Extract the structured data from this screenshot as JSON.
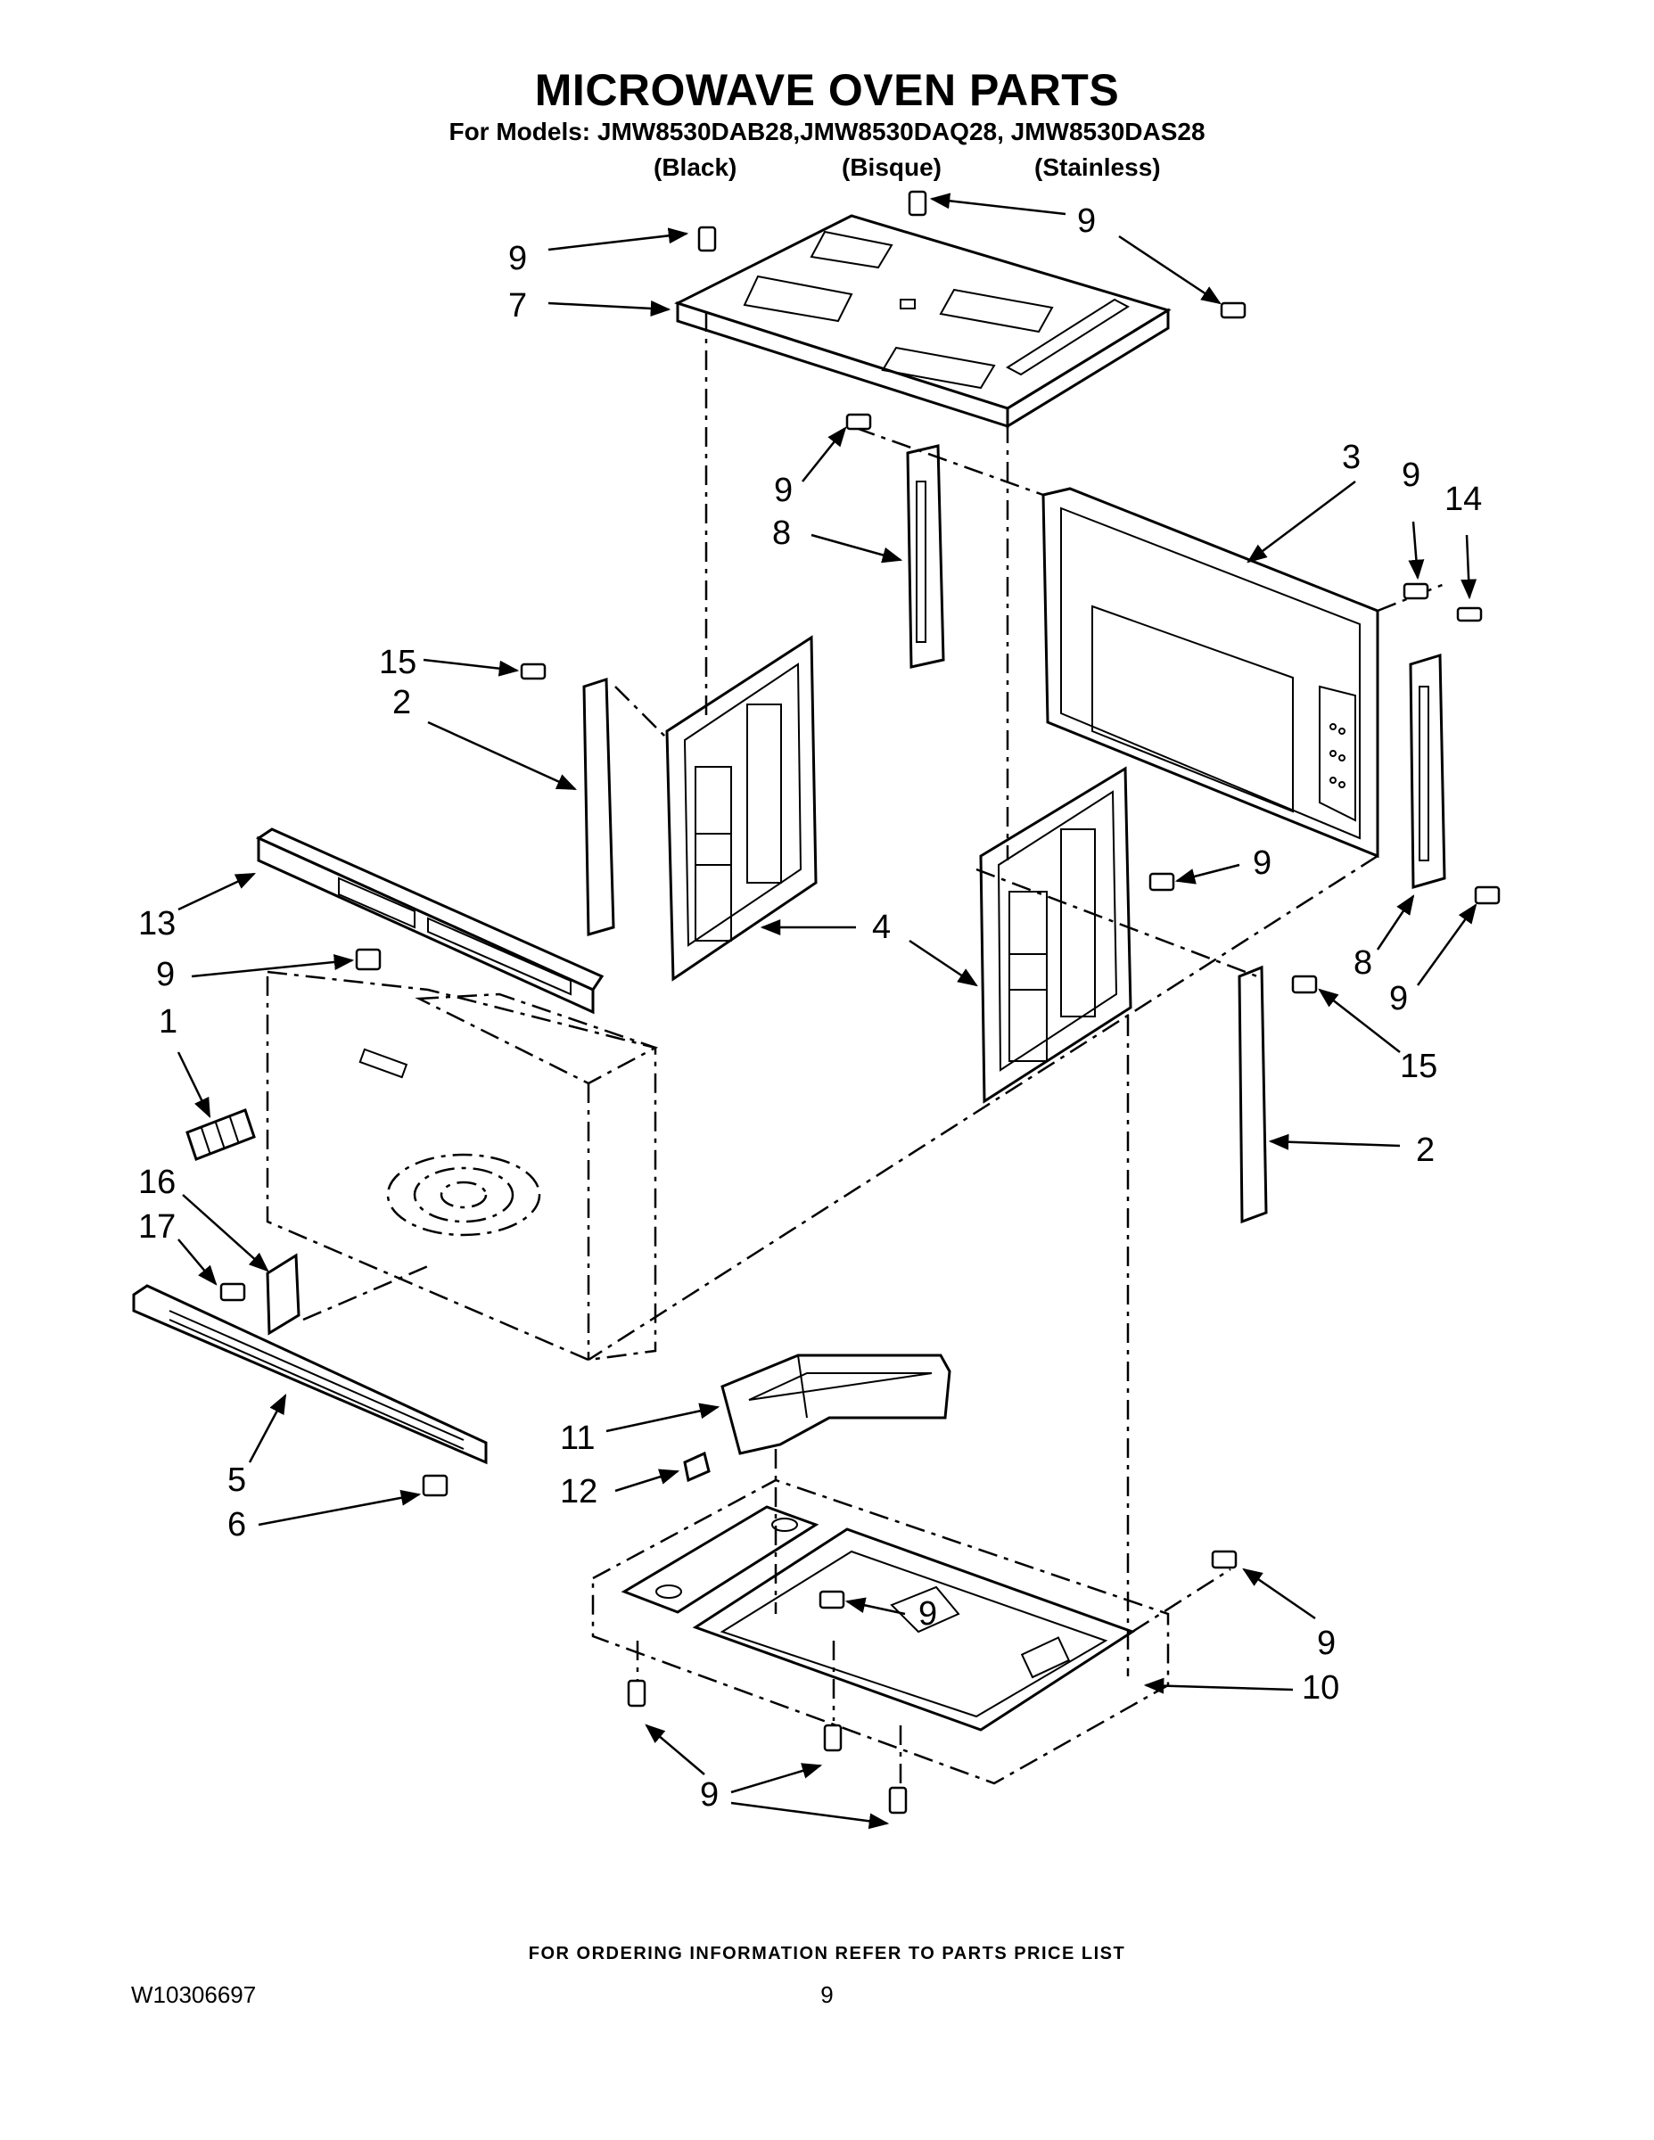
{
  "header": {
    "title": "MICROWAVE OVEN PARTS",
    "models_line": "For Models: JMW8530DAB28,JMW8530DAQ28, JMW8530DAS28",
    "color_variants": [
      "(Black)",
      "(Bisque)",
      "(Stainless)"
    ]
  },
  "callouts": {
    "c9_top_left": "9",
    "c9_top_center": "9",
    "c7": "7",
    "c9_bracket": "9",
    "c8_upper": "8",
    "c3": "3",
    "c9_right_panel": "9",
    "c14": "14",
    "c15_left": "15",
    "c2_left": "2",
    "c13": "13",
    "c9_front_bar": "9",
    "c1": "1",
    "c4": "4",
    "c9_right_side": "9",
    "c8_lower": "8",
    "c9_right_lower": "9",
    "c15_right": "15",
    "c2_right": "2",
    "c16": "16",
    "c17": "17",
    "c11": "11",
    "c12": "12",
    "c5": "5",
    "c6": "6",
    "c9_base_center": "9",
    "c9_base_right": "9",
    "c10": "10",
    "c9_bottom": "9"
  },
  "footer": {
    "ordering_note": "FOR ORDERING INFORMATION REFER TO PARTS PRICE LIST",
    "document_number": "W10306697",
    "page_number": "9"
  }
}
